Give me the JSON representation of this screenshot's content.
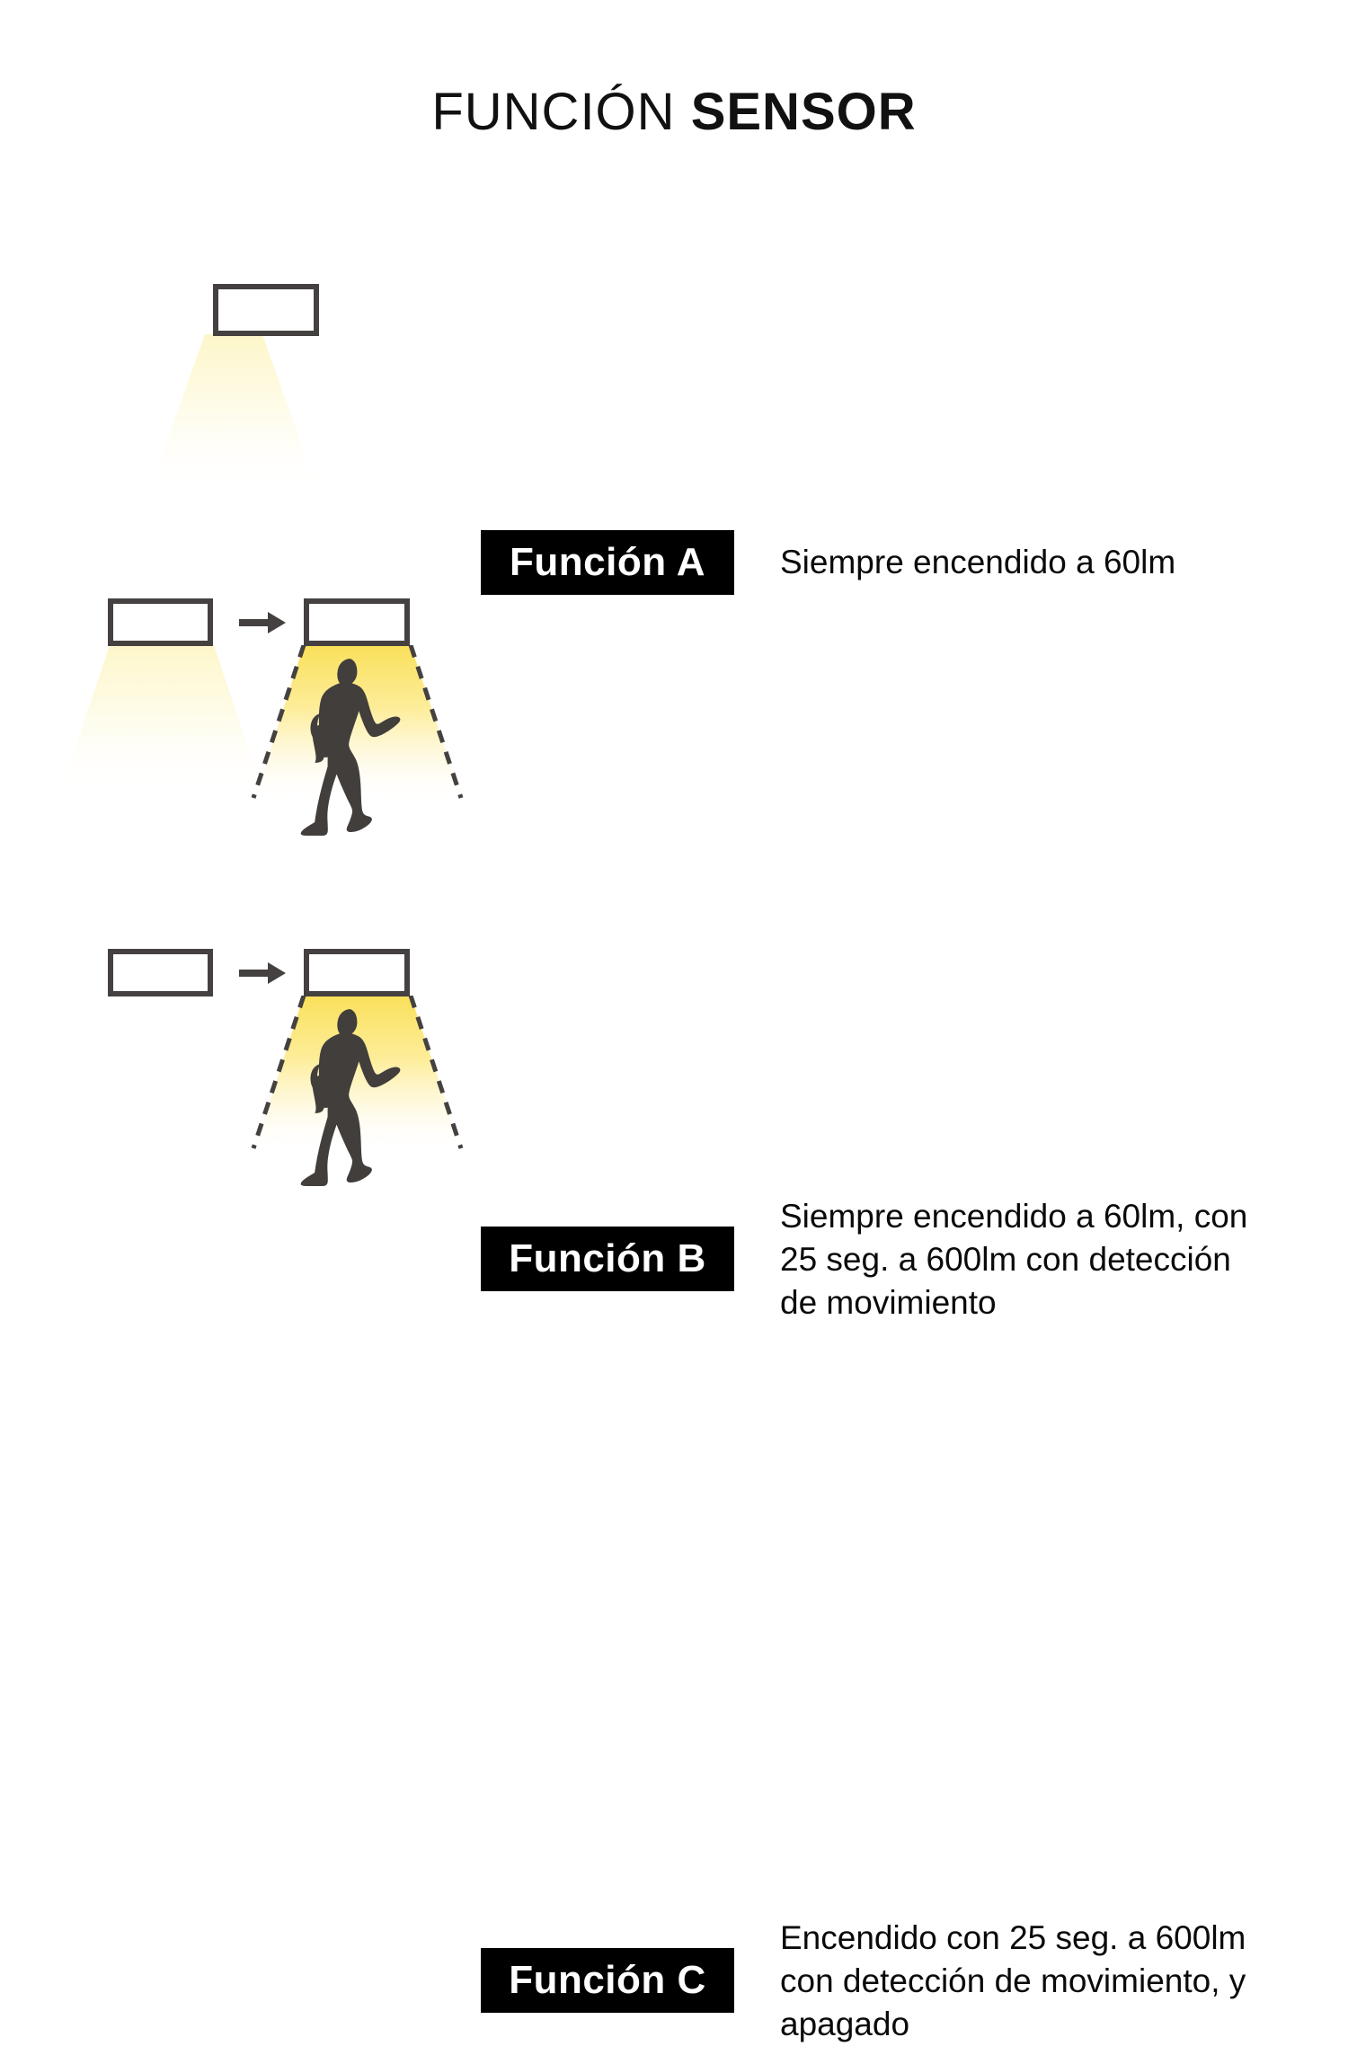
{
  "title": {
    "light_part": "FUNCIÓN ",
    "bold_part": "SENSOR"
  },
  "colors": {
    "background": "#ffffff",
    "outline": "#444140",
    "silhouette": "#413e3c",
    "badge_background": "#000000",
    "badge_text": "#ffffff",
    "beam_bright_top": "#fae05a",
    "beam_dim_top": "#fdf8d3",
    "text": "#0a0a0a"
  },
  "rows": [
    {
      "id": "a",
      "badge_label": "Función A",
      "description": "Siempre encendido a 60lm",
      "scene": {
        "lamps": 1,
        "left_lamp_beam": "dim",
        "right_lamp_beam": "none",
        "person": false,
        "arrow": false,
        "dashed_cone_edges": false
      }
    },
    {
      "id": "b",
      "badge_label": "Función B",
      "description": "Siempre encendido a 60lm, con\n25 seg. a 600lm con detección\nde movimiento",
      "scene": {
        "lamps": 2,
        "left_lamp_beam": "dim",
        "right_lamp_beam": "bright",
        "person": true,
        "arrow": true,
        "dashed_cone_edges": true
      }
    },
    {
      "id": "c",
      "badge_label": "Función C",
      "description": "Encendido con 25 seg. a 600lm\ncon detección de movimiento, y\napagado",
      "scene": {
        "lamps": 2,
        "left_lamp_beam": "none",
        "right_lamp_beam": "bright",
        "person": true,
        "arrow": true,
        "dashed_cone_edges": true
      }
    }
  ]
}
